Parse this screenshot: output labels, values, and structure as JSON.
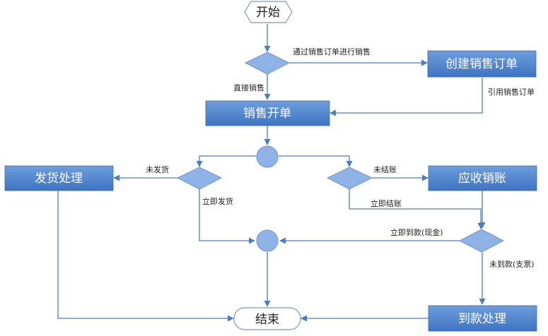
{
  "colors": {
    "box_top": "#6d9ddc",
    "box_bottom": "#3f74c2",
    "diamond": "#8fb3e6",
    "diamond_stroke": "#6b96d2",
    "circle": "#8fb3e6",
    "terminal_stroke": "#7b97bf",
    "line": "#4a7ebf"
  },
  "nodes": {
    "start": "开始",
    "create_order": "创建销售订单",
    "sales_order": "销售开单",
    "ship": "发货处理",
    "receivable": "应收销账",
    "payment": "到款处理",
    "end": "结束"
  },
  "edges": {
    "via_order": "通过销售订单进行销售",
    "direct": "直接销售",
    "reference_order": "引用销售订单",
    "not_shipped": "未发货",
    "ship_now": "立即发货",
    "not_settled": "未结账",
    "settle_now": "立即结账",
    "paid_now": "立即到款(现金)",
    "not_paid": "未到款(支票)"
  }
}
